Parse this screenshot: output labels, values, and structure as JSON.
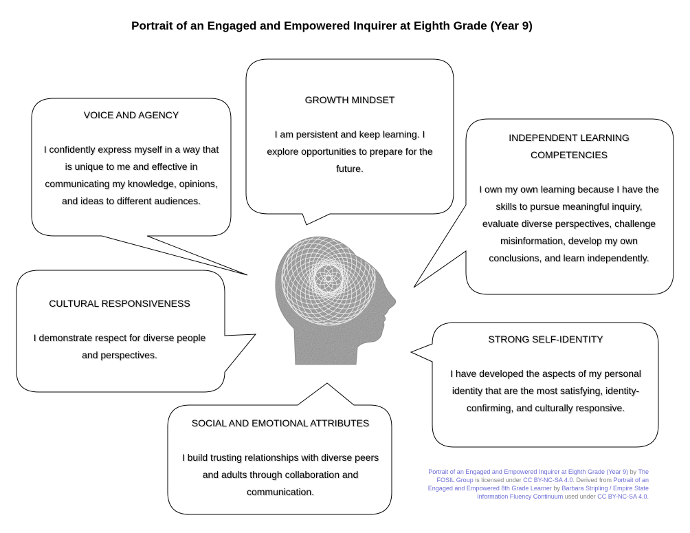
{
  "title": "Portrait of an Engaged and Empowered Inquirer at Eighth Grade (Year 9)",
  "bubbles": {
    "voice": {
      "heading": "VOICE AND AGENCY",
      "body": "I confidently express myself in a way that is unique to me and effective in communicating my knowledge, opinions, and ideas to different audiences."
    },
    "growth": {
      "heading": "GROWTH MINDSET",
      "body": "I am persistent and keep learning.  I explore opportunities to prepare for the future."
    },
    "independent": {
      "heading": "INDEPENDENT LEARNING COMPETENCIES",
      "body": "I own my own learning because I have the skills to pursue meaningful inquiry, evaluate diverse perspectives, challenge misinformation, develop my own conclusions, and learn independently."
    },
    "cultural": {
      "heading": "CULTURAL RESPONSIVENESS",
      "body": "I demonstrate respect for diverse people and perspectives."
    },
    "identity": {
      "heading": "STRONG SELF-IDENTITY",
      "body": "I have developed the aspects of my personal identity that are the most satisfying, identity-confirming, and culturally responsive."
    },
    "social": {
      "heading": "SOCIAL AND EMOTIONAL ATTRIBUTES",
      "body": "I build trusting relationships with diverse peers and adults through collaboration and communication."
    }
  },
  "credit": {
    "work": "Portrait of an Engaged and Empowered Inquirer at Eighth Grade (Year 9)",
    "by1": " by ",
    "author": "The FOSIL Group",
    "licensed": " is licensed under ",
    "license1": "CC BY-NC-SA 4.0",
    "derived": ". Derived from ",
    "source": "Portrait of an Engaged and Empowered 8th Grade Learner",
    "by2": " by ",
    "source_author": "Barbara Stripling / Empire State Information Fluency Continuum",
    "used": " used under ",
    "license2": "CC BY-NC-SA 4.0",
    "end": "."
  },
  "colors": {
    "head_fill": "#a8a8a8",
    "spiral": "#f2f2f2",
    "credit_link": "#6b6bd6"
  },
  "icons": {
    "head": "human-head-profile-icon"
  }
}
